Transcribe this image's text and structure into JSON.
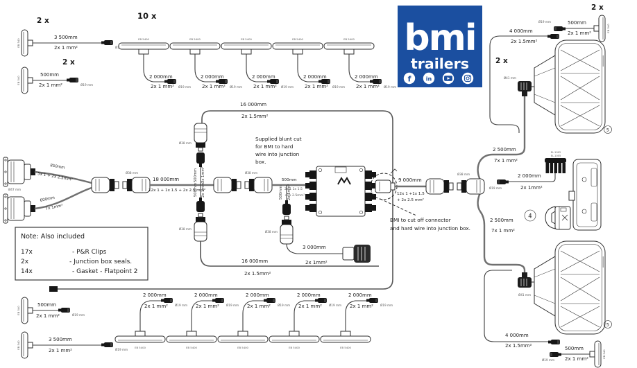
{
  "logo": {
    "brand": "bmi",
    "word": "trailers",
    "bg": "#1b4fa0",
    "fb_glyph": "f",
    "li_glyph": "in",
    "social": [
      "facebook",
      "linkedin",
      "youtube",
      "instagram"
    ]
  },
  "qty": {
    "two": "2 x",
    "ten": "10 x",
    "four": "4",
    "five": "5"
  },
  "lamps": {
    "marker": "EB 540",
    "round": "EB 5400"
  },
  "dia": {
    "d19": "Ø19 mm",
    "d38": "Ø38 mm",
    "d41": "Ø41 mm",
    "d47": "Ø47 mm"
  },
  "parts": {
    "np1": "EL-1002",
    "np2": "EL-1005"
  },
  "wires": {
    "w3500": {
      "len": "3 500mm",
      "spec": "2x 1 mm²"
    },
    "w500": {
      "len": "500mm",
      "spec": "2x 1 mm²"
    },
    "w2000": {
      "len": "2 000mm",
      "spec": "2x 1 mm²"
    },
    "w2000b": {
      "len": "2 000mm",
      "spec": "2x 1mm²"
    },
    "w16000": {
      "len": "16 000mm",
      "spec": "2x 1.5mm²"
    },
    "w18000": {
      "len": "18 000mm",
      "spec": "12x 1 + 1x 1.5 + 2x 2.5 mm²"
    },
    "w9000": {
      "len": "9 000mm",
      "spec1": "12x 1 +1x 1.5",
      "spec2": "+ 2x 2.5 mm²"
    },
    "w500v": {
      "len": "500mm",
      "spec": "2x 1mm²"
    },
    "w500j": {
      "len": "500mm",
      "spec1": "2x 1 1x 1.5",
      "spec2": "+2x 2.5mm²"
    },
    "w3000": {
      "len": "3 000mm",
      "spec": "2x 1mm²"
    },
    "w850": {
      "len": "850mm",
      "spec": "5x 1 + 2x 2.5mm²"
    },
    "w600": {
      "len": "600mm",
      "spec": "7x 1mm²"
    },
    "w2500": {
      "len": "2 500mm",
      "spec": "7x 1 mm²"
    },
    "w4000": {
      "len": "4 000mm",
      "spec": "2x 1.5mm²"
    }
  },
  "callouts": {
    "supplied": [
      "Supplied blunt cut",
      "for BMI to hard",
      "wire into junction",
      "box."
    ],
    "cutoff": [
      "BMI to cut off connector",
      "and hard wire into junction box."
    ]
  },
  "note": {
    "title": "Note: Also included",
    "rows": [
      {
        "qty": "17x",
        "desc": "- P&R Clips"
      },
      {
        "qty": "2x",
        "desc": "- Junction box seals."
      },
      {
        "qty": "14x",
        "desc": "- Gasket - Flatpoint 2"
      }
    ]
  }
}
